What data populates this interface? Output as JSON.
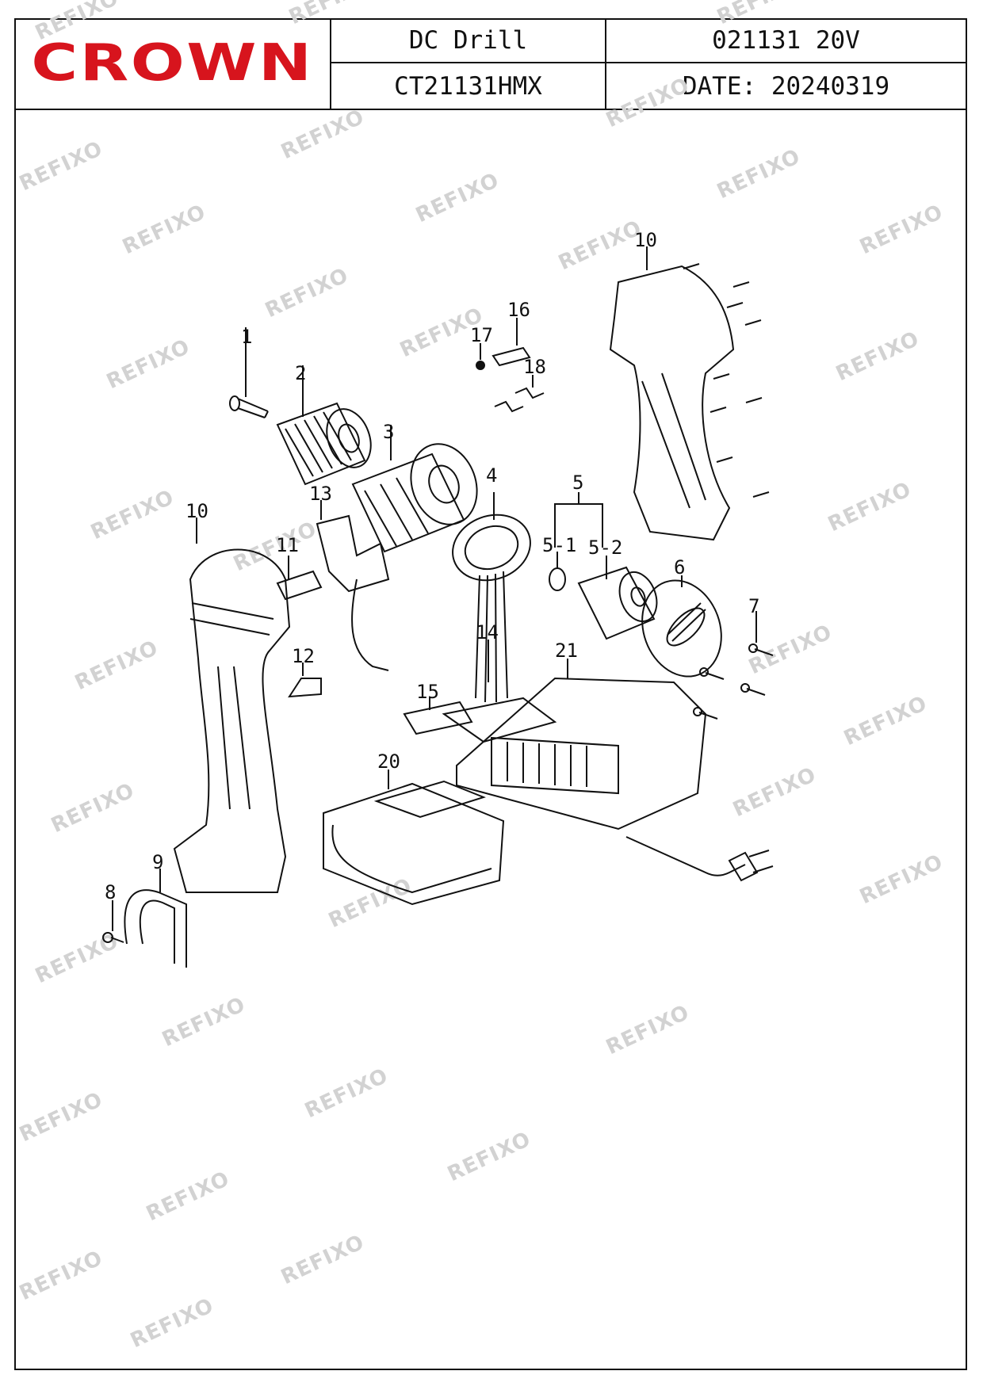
{
  "header": {
    "brand": "CROWN",
    "product_name": "DC  Drill",
    "model": "CT21131HMX",
    "code_voltage": "021131  20V",
    "date": "DATE: 20240319"
  },
  "watermark": "REFIXO",
  "colors": {
    "brand": "#d7141d",
    "line": "#111111",
    "watermark": "#d2d2d2"
  },
  "parts": [
    {
      "id": "1",
      "label": "1"
    },
    {
      "id": "2",
      "label": "2"
    },
    {
      "id": "3",
      "label": "3"
    },
    {
      "id": "4",
      "label": "4"
    },
    {
      "id": "5",
      "label": "5"
    },
    {
      "id": "5-1",
      "label": "5-1"
    },
    {
      "id": "5-2",
      "label": "5-2"
    },
    {
      "id": "6",
      "label": "6"
    },
    {
      "id": "7",
      "label": "7"
    },
    {
      "id": "8",
      "label": "8"
    },
    {
      "id": "9",
      "label": "9"
    },
    {
      "id": "10a",
      "label": "10"
    },
    {
      "id": "10b",
      "label": "10"
    },
    {
      "id": "11",
      "label": "11"
    },
    {
      "id": "12",
      "label": "12"
    },
    {
      "id": "13",
      "label": "13"
    },
    {
      "id": "14",
      "label": "14"
    },
    {
      "id": "15",
      "label": "15"
    },
    {
      "id": "16",
      "label": "16"
    },
    {
      "id": "17",
      "label": "17"
    },
    {
      "id": "18",
      "label": "18"
    },
    {
      "id": "20",
      "label": "20"
    },
    {
      "id": "21",
      "label": "21"
    }
  ]
}
